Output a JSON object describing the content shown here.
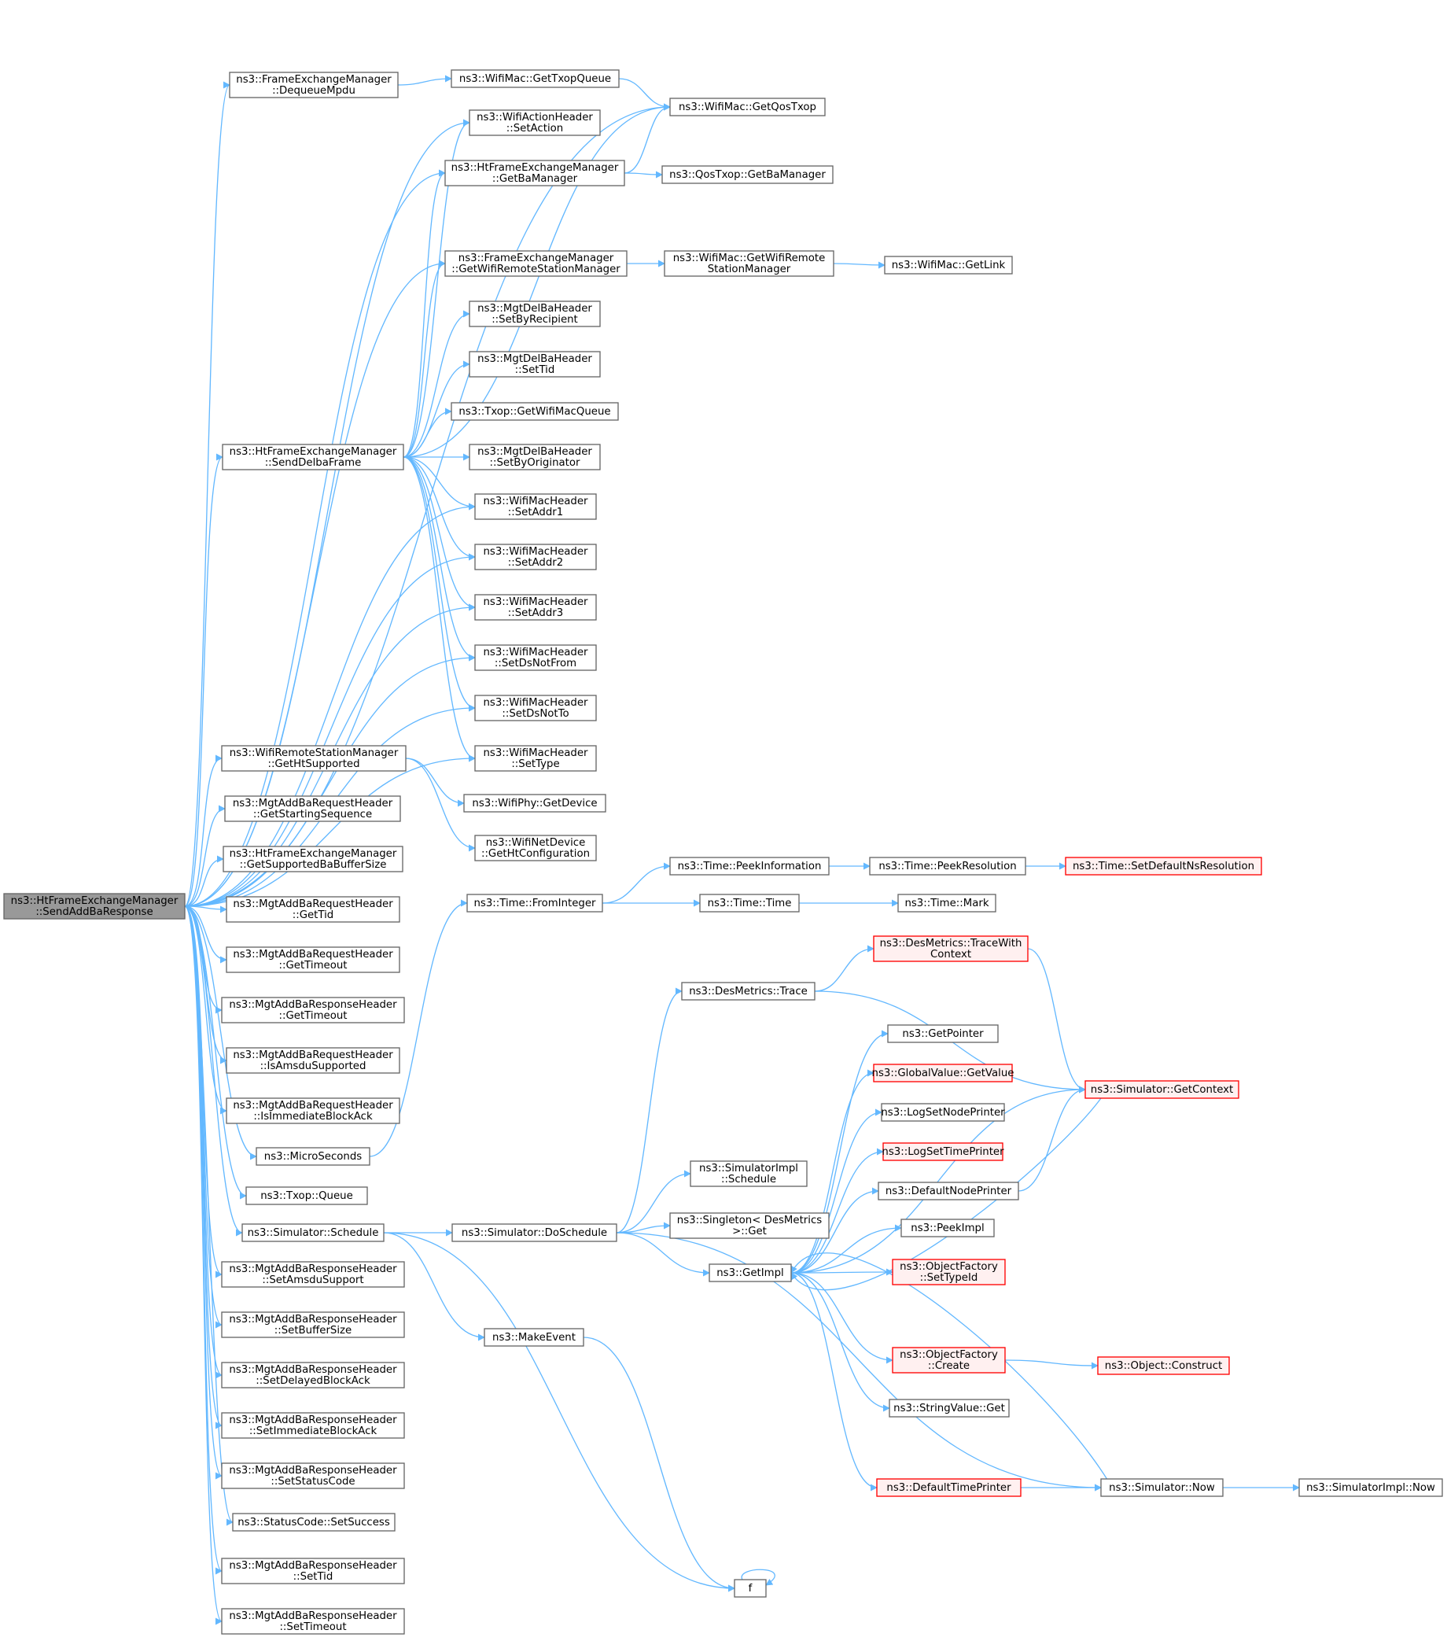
{
  "colors": {
    "edge": "#63b8ff",
    "node_border": "#666666",
    "root_fill": "#999999",
    "truncated_border": "#ff0000",
    "truncated_fill": "#fff0f0"
  },
  "nodes": {
    "n0": [
      "ns3::HtFrameExchangeManager",
      "::SendAddBaResponse"
    ],
    "n1": [
      "ns3::FrameExchangeManager",
      "::DequeueMpdu"
    ],
    "n2": [
      "ns3::WifiMac::GetTxopQueue"
    ],
    "n3": [
      "ns3::WifiMac::GetQosTxop"
    ],
    "n4": [
      "ns3::WifiActionHeader",
      "::SetAction"
    ],
    "n5": [
      "ns3::HtFrameExchangeManager",
      "::GetBaManager"
    ],
    "n6": [
      "ns3::QosTxop::GetBaManager"
    ],
    "n7": [
      "ns3::FrameExchangeManager",
      "::GetWifiRemoteStationManager"
    ],
    "n8": [
      "ns3::WifiMac::GetWifiRemote",
      "StationManager"
    ],
    "n9": [
      "ns3::WifiMac::GetLink"
    ],
    "n10": [
      "ns3::MgtDelBaHeader",
      "::SetByRecipient"
    ],
    "n11": [
      "ns3::MgtDelBaHeader",
      "::SetTid"
    ],
    "n12": [
      "ns3::Txop::GetWifiMacQueue"
    ],
    "n13": [
      "ns3::HtFrameExchangeManager",
      "::SendDelbaFrame"
    ],
    "n14": [
      "ns3::MgtDelBaHeader",
      "::SetByOriginator"
    ],
    "n15": [
      "ns3::WifiMacHeader",
      "::SetAddr1"
    ],
    "n16": [
      "ns3::WifiMacHeader",
      "::SetAddr2"
    ],
    "n17": [
      "ns3::WifiMacHeader",
      "::SetAddr3"
    ],
    "n18": [
      "ns3::WifiMacHeader",
      "::SetDsNotFrom"
    ],
    "n19": [
      "ns3::WifiMacHeader",
      "::SetDsNotTo"
    ],
    "n20": [
      "ns3::WifiMacHeader",
      "::SetType"
    ],
    "n21": [
      "ns3::WifiRemoteStationManager",
      "::GetHtSupported"
    ],
    "n22": [
      "ns3::WifiPhy::GetDevice"
    ],
    "n23": [
      "ns3::WifiNetDevice",
      "::GetHtConfiguration"
    ],
    "n24": [
      "ns3::MgtAddBaRequestHeader",
      "::GetStartingSequence"
    ],
    "n25": [
      "ns3::HtFrameExchangeManager",
      "::GetSupportedBaBufferSize"
    ],
    "n26": [
      "ns3::MgtAddBaRequestHeader",
      "::GetTid"
    ],
    "n27": [
      "ns3::MgtAddBaRequestHeader",
      "::GetTimeout"
    ],
    "n28": [
      "ns3::MgtAddBaResponseHeader",
      "::GetTimeout"
    ],
    "n29": [
      "ns3::MgtAddBaRequestHeader",
      "::IsAmsduSupported"
    ],
    "n30": [
      "ns3::MgtAddBaRequestHeader",
      "::IsImmediateBlockAck"
    ],
    "n31": [
      "ns3::MicroSeconds"
    ],
    "n32": [
      "ns3::Time::FromInteger"
    ],
    "n33": [
      "ns3::Time::PeekInformation"
    ],
    "n34": [
      "ns3::Time::PeekResolution"
    ],
    "n35": [
      "ns3::Time::SetDefaultNsResolution"
    ],
    "n36": [
      "ns3::Time::Time"
    ],
    "n37": [
      "ns3::Time::Mark"
    ],
    "n38": [
      "ns3::Txop::Queue"
    ],
    "n39": [
      "ns3::Simulator::Schedule"
    ],
    "n40": [
      "ns3::Simulator::DoSchedule"
    ],
    "n41": [
      "ns3::DesMetrics::Trace"
    ],
    "n42": [
      "ns3::DesMetrics::TraceWith",
      "Context"
    ],
    "n43": [
      "ns3::Simulator::GetContext"
    ],
    "n44": [
      "ns3::SimulatorImpl",
      "::Schedule"
    ],
    "n45": [
      "ns3::Singleton< DesMetrics",
      " >::Get"
    ],
    "n46": [
      "ns3::GetImpl"
    ],
    "n47": [
      "ns3::GetPointer"
    ],
    "n48": [
      "ns3::GlobalValue::GetValue"
    ],
    "n49": [
      "ns3::LogSetNodePrinter"
    ],
    "n50": [
      "ns3::LogSetTimePrinter"
    ],
    "n51": [
      "ns3::DefaultNodePrinter"
    ],
    "n52": [
      "ns3::PeekImpl"
    ],
    "n53": [
      "ns3::ObjectFactory",
      "::SetTypeId"
    ],
    "n54": [
      "ns3::ObjectFactory",
      "::Create"
    ],
    "n55": [
      "ns3::Object::Construct"
    ],
    "n56": [
      "ns3::StringValue::Get"
    ],
    "n57": [
      "ns3::DefaultTimePrinter"
    ],
    "n58": [
      "ns3::Simulator::Now"
    ],
    "n59": [
      "ns3::SimulatorImpl::Now"
    ],
    "n60": [
      "ns3::MakeEvent"
    ],
    "n61": [
      "f"
    ],
    "n62": [
      "ns3::MgtAddBaResponseHeader",
      "::SetAmsduSupport"
    ],
    "n63": [
      "ns3::MgtAddBaResponseHeader",
      "::SetBufferSize"
    ],
    "n64": [
      "ns3::MgtAddBaResponseHeader",
      "::SetDelayedBlockAck"
    ],
    "n65": [
      "ns3::MgtAddBaResponseHeader",
      "::SetImmediateBlockAck"
    ],
    "n66": [
      "ns3::MgtAddBaResponseHeader",
      "::SetStatusCode"
    ],
    "n67": [
      "ns3::StatusCode::SetSuccess"
    ],
    "n68": [
      "ns3::MgtAddBaResponseHeader",
      "::SetTid"
    ],
    "n69": [
      "ns3::MgtAddBaResponseHeader",
      "::SetTimeout"
    ]
  }
}
